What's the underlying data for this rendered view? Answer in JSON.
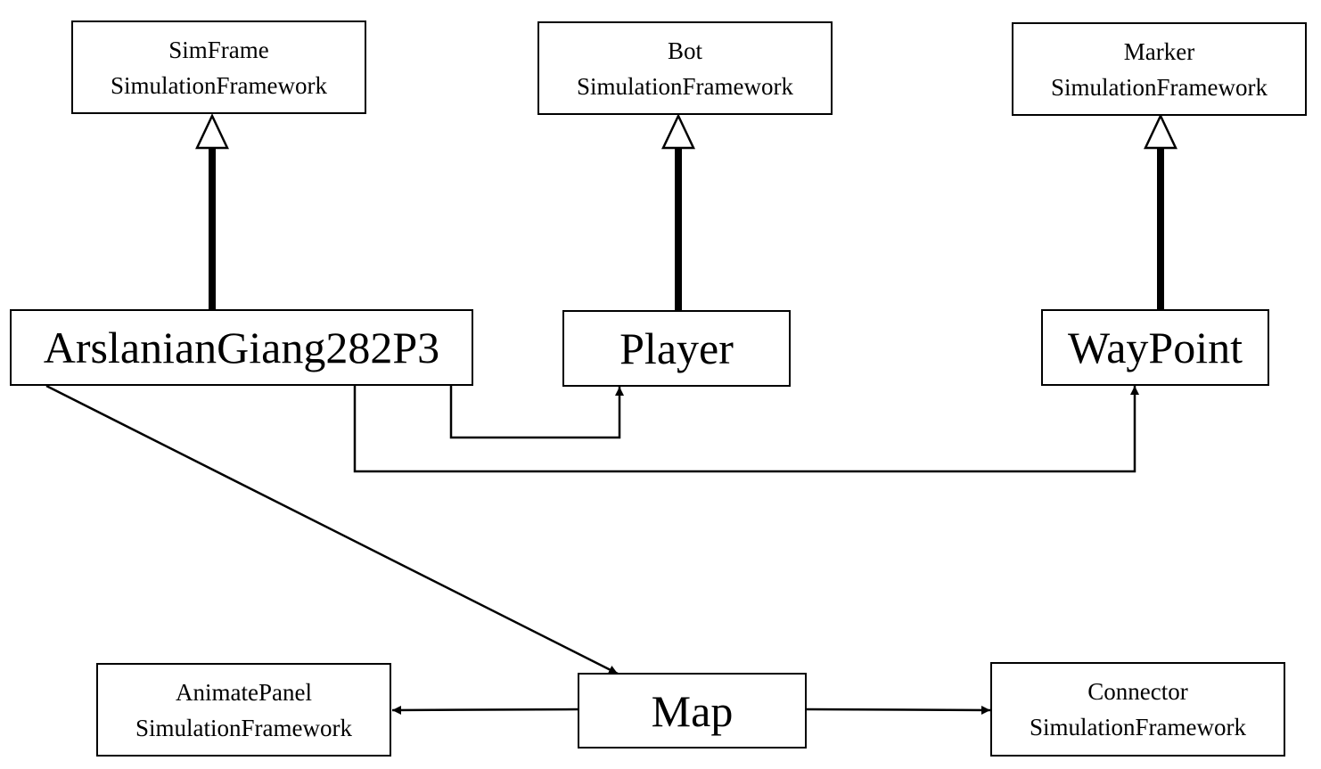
{
  "classes": {
    "simframe": {
      "name": "SimFrame",
      "package": "SimulationFramework"
    },
    "bot": {
      "name": "Bot",
      "package": "SimulationFramework"
    },
    "marker": {
      "name": "Marker",
      "package": "SimulationFramework"
    },
    "arslanian": {
      "name": "ArslanianGiang282P3"
    },
    "player": {
      "name": "Player"
    },
    "waypoint": {
      "name": "WayPoint"
    },
    "animatepanel": {
      "name": "AnimatePanel",
      "package": "SimulationFramework"
    },
    "map": {
      "name": "Map"
    },
    "connector": {
      "name": "Connector",
      "package": "SimulationFramework"
    }
  },
  "relationships": [
    {
      "type": "generalization",
      "from": "ArslanianGiang282P3",
      "to": "SimFrame"
    },
    {
      "type": "generalization",
      "from": "Player",
      "to": "Bot"
    },
    {
      "type": "generalization",
      "from": "WayPoint",
      "to": "Marker"
    },
    {
      "type": "association",
      "from": "ArslanianGiang282P3",
      "to": "Player"
    },
    {
      "type": "association",
      "from": "ArslanianGiang282P3",
      "to": "WayPoint"
    },
    {
      "type": "association",
      "from": "ArslanianGiang282P3",
      "to": "Map"
    },
    {
      "type": "association",
      "from": "Map",
      "to": "AnimatePanel"
    },
    {
      "type": "association",
      "from": "Map",
      "to": "Connector"
    }
  ]
}
